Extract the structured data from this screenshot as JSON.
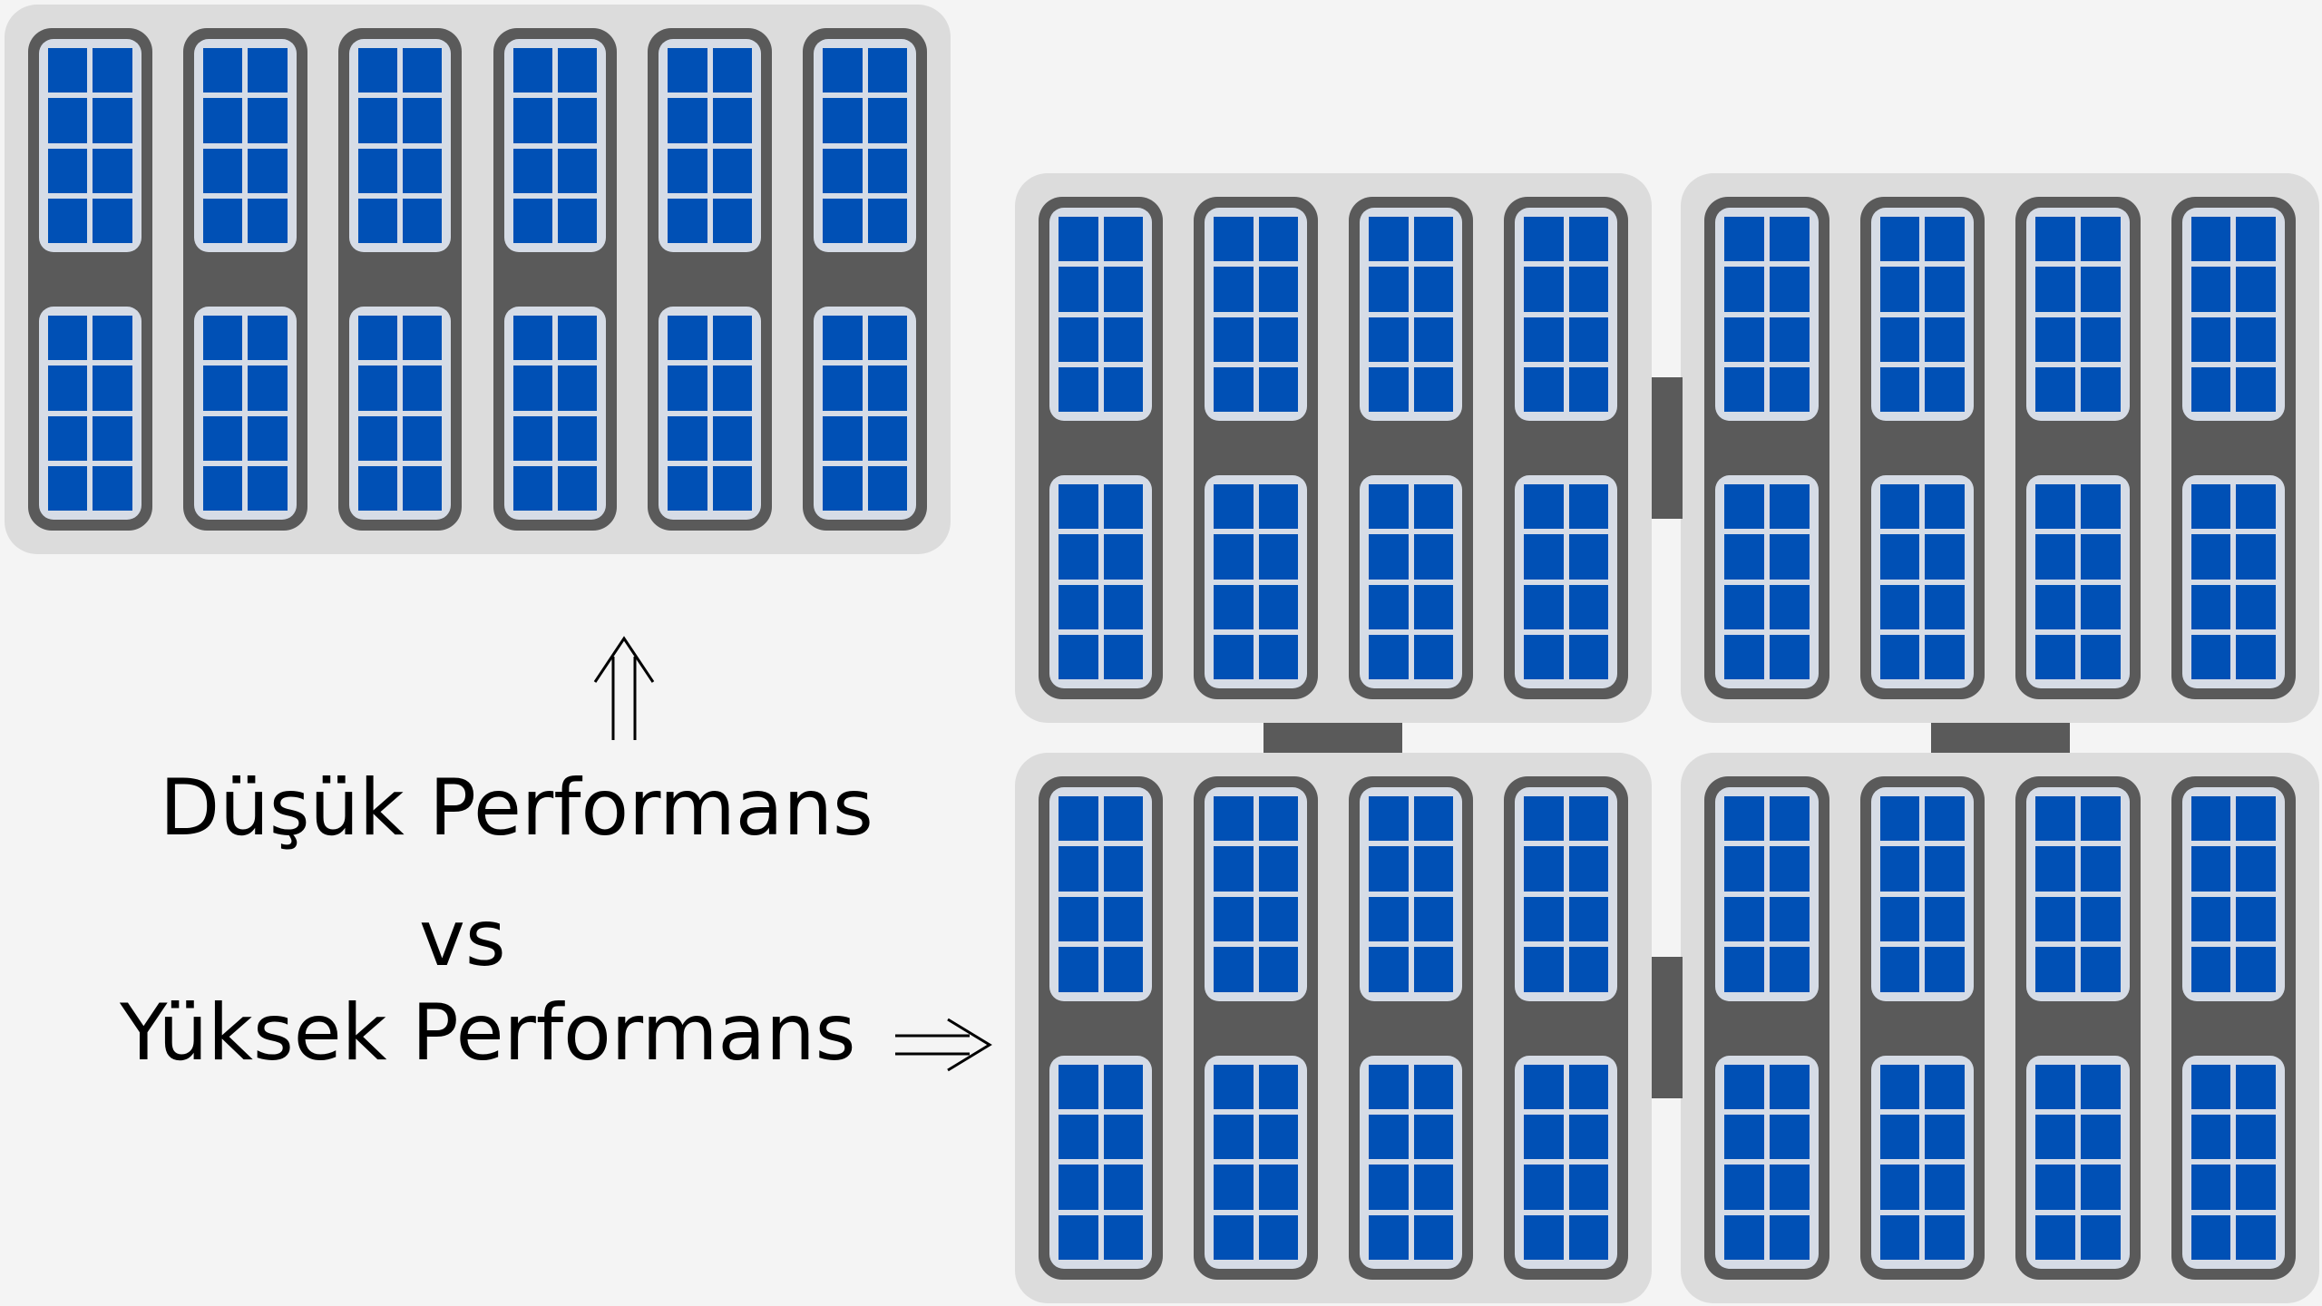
{
  "diagram": {
    "title_lines": [
      "Düşük Performans",
      "vs",
      "Yüksek Performans"
    ],
    "low_performance": {
      "label": "Düşük Performans",
      "blocks": 1,
      "columns_per_block": 6,
      "modules_per_column": 2,
      "cells_per_module": {
        "rows": 4,
        "cols": 2
      },
      "pointer_icon": "double-arrow-up"
    },
    "high_performance": {
      "label": "Yüksek Performans",
      "blocks": 4,
      "block_grid": {
        "rows": 2,
        "cols": 2
      },
      "columns_per_block": 4,
      "modules_per_column": 2,
      "cells_per_module": {
        "rows": 4,
        "cols": 2
      },
      "pointer_icon": "double-arrow-right"
    },
    "separator": "vs",
    "colors": {
      "background": "#f4f4f4",
      "board": "#dcdcdc",
      "column": "#5a5a5a",
      "module_frame": "#d6dce6",
      "cell": "#0050b5",
      "connector": "#5a5a5a",
      "text": "#000000"
    }
  }
}
